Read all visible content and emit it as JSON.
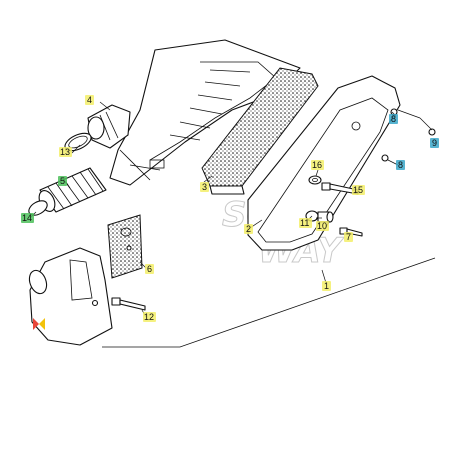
{
  "diagram": {
    "callouts": [
      {
        "id": "1",
        "label": "1",
        "color": "#f3ef6a"
      },
      {
        "id": "2",
        "label": "2",
        "color": "#f3ef6a"
      },
      {
        "id": "3",
        "label": "3",
        "color": "#f3ef6a"
      },
      {
        "id": "4",
        "label": "4",
        "color": "#f3ef6a"
      },
      {
        "id": "5",
        "label": "5",
        "color": "#4cc05a"
      },
      {
        "id": "6",
        "label": "6",
        "color": "#f3ef6a"
      },
      {
        "id": "7",
        "label": "7",
        "color": "#f3ef6a"
      },
      {
        "id": "8",
        "label": "8",
        "color": "#3aa7c9"
      },
      {
        "id": "9",
        "label": "9",
        "color": "#3aa7c9"
      },
      {
        "id": "10",
        "label": "10",
        "color": "#f3ef6a"
      },
      {
        "id": "11",
        "label": "11",
        "color": "#f3ef6a"
      },
      {
        "id": "12",
        "label": "12",
        "color": "#f3ef6a"
      },
      {
        "id": "13",
        "label": "13",
        "color": "#f3ef6a"
      },
      {
        "id": "14",
        "label": "14",
        "color": "#4cc05a"
      },
      {
        "id": "15",
        "label": "15",
        "color": "#f3ef6a"
      },
      {
        "id": "16",
        "label": "16",
        "color": "#f3ef6a"
      }
    ],
    "watermark": {
      "line1": "SOFT",
      "line2": "WAY"
    },
    "accent_marker_color": "#e8473a",
    "accent_marker_color2": "#f2c20a"
  }
}
